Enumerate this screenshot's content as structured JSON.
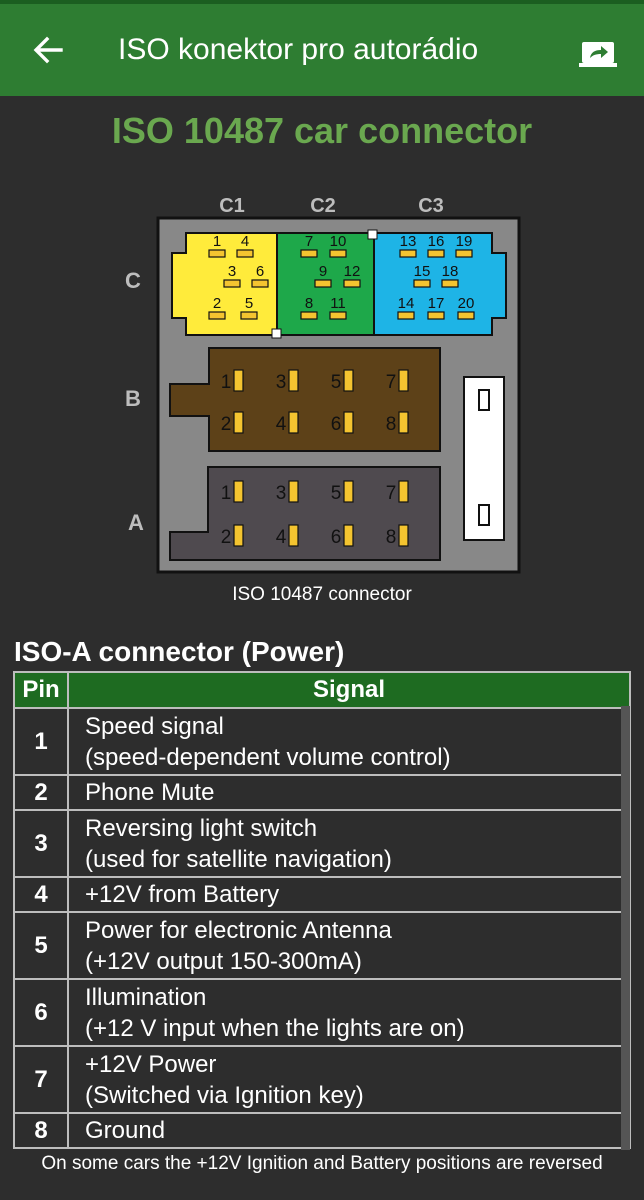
{
  "appbar": {
    "title": "ISO konektor pro autorádio",
    "back_icon": "arrow-left-icon",
    "share_icon": "share-icon",
    "color": "#2e7d32"
  },
  "heading": "ISO 10487 car connector",
  "diagram": {
    "column_labels": [
      "C1",
      "C2",
      "C3"
    ],
    "row_labels": [
      "C",
      "B",
      "A"
    ],
    "caption": "ISO 10487 connector",
    "c_pins": [
      "1",
      "4",
      "3",
      "6",
      "2",
      "5",
      "7",
      "10",
      "9",
      "12",
      "8",
      "11",
      "13",
      "16",
      "19",
      "15",
      "18",
      "14",
      "17",
      "20"
    ],
    "b_pins": [
      "1",
      "3",
      "5",
      "7",
      "2",
      "4",
      "6",
      "8"
    ],
    "a_pins": [
      "1",
      "3",
      "5",
      "7",
      "2",
      "4",
      "6",
      "8"
    ],
    "colors": {
      "c1": "#ffeb3b",
      "c2": "#1ea84a",
      "c3": "#1eb4e6",
      "b": "#5d4118",
      "a": "#4f4a4f",
      "pin": "#f4c430"
    }
  },
  "section_title": "ISO-A connector (Power)",
  "table": {
    "headers": {
      "pin": "Pin",
      "signal": "Signal"
    },
    "rows": [
      {
        "pin": "1",
        "line1": "Speed signal",
        "line2": "(speed-dependent volume control)"
      },
      {
        "pin": "2",
        "line1": "Phone Mute",
        "line2": ""
      },
      {
        "pin": "3",
        "line1": "Reversing light switch",
        "line2": "(used for satellite navigation)"
      },
      {
        "pin": "4",
        "line1": "+12V from Battery",
        "line2": ""
      },
      {
        "pin": "5",
        "line1": "Power for electronic Antenna",
        "line2": "(+12V output 150-300mA)"
      },
      {
        "pin": "6",
        "line1": "Illumination",
        "line2": "(+12 V input when the lights are on)"
      },
      {
        "pin": "7",
        "line1": "+12V Power",
        "line2": "(Switched via Ignition key)"
      },
      {
        "pin": "8",
        "line1": "Ground",
        "line2": ""
      }
    ]
  },
  "footnote": "On some cars the +12V Ignition and Battery positions are reversed"
}
